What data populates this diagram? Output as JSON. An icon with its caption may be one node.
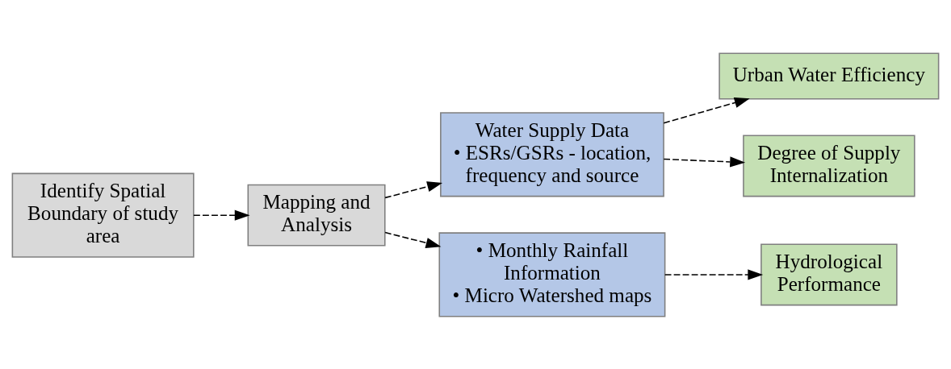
{
  "diagram": {
    "nodes": [
      {
        "text": [
          "Identify Spatial Boundary of study area"
        ]
      },
      {
        "text": [
          "Mapping and Analysis"
        ]
      },
      {
        "text": [
          "Water Supply Data",
          "• ESRs/GSRs - location, frequency and source"
        ]
      },
      {
        "text": [
          "• Monthly Rainfall Information",
          "• Micro Watershed maps"
        ]
      },
      {
        "text": [
          "Urban Water Efficiency"
        ]
      },
      {
        "text": [
          "Degree of Supply Internalization"
        ]
      },
      {
        "text": [
          "Hydrological Performance"
        ]
      }
    ],
    "edges": [
      {
        "from": 0,
        "to": 1,
        "arrow": "to",
        "style": "dashed"
      },
      {
        "from": 1,
        "to": 2,
        "arrow": "to",
        "style": "dashed"
      },
      {
        "from": 1,
        "to": 3,
        "arrow": "to",
        "style": "dashed"
      },
      {
        "from": 2,
        "to": 4,
        "arrow": "to",
        "style": "dashed"
      },
      {
        "from": 2,
        "to": 5,
        "arrow": "to",
        "style": "dashed"
      },
      {
        "from": 3,
        "to": 6,
        "arrow": "to",
        "style": "dashed"
      }
    ]
  }
}
